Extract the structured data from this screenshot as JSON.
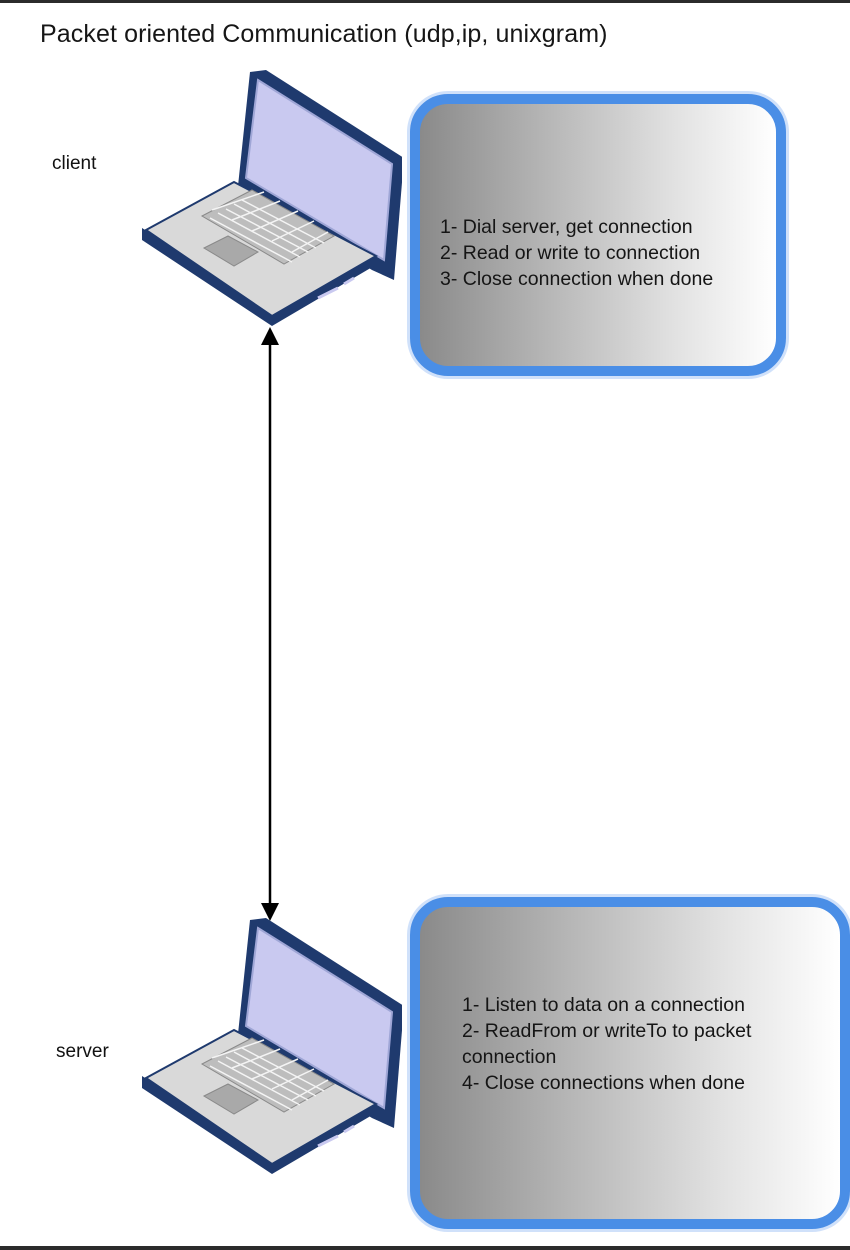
{
  "title": "Packet oriented Communication (udp,ip, unixgram)",
  "client": {
    "label": "client",
    "steps": [
      "1- Dial server, get connection",
      "2- Read or write to connection",
      "3- Close connection when done"
    ]
  },
  "server": {
    "label": "server",
    "steps": [
      "1- Listen to data on a connection",
      "2- ReadFrom or writeTo to packet connection",
      "4- Close connections when done"
    ]
  },
  "colors": {
    "box_border": "#4a8ee6",
    "laptop_body": "#1f3a6e",
    "laptop_screen": "#c9c9f0",
    "arrow": "#000000"
  },
  "icons": [
    "laptop-icon",
    "laptop-icon",
    "bidirectional-arrow"
  ]
}
